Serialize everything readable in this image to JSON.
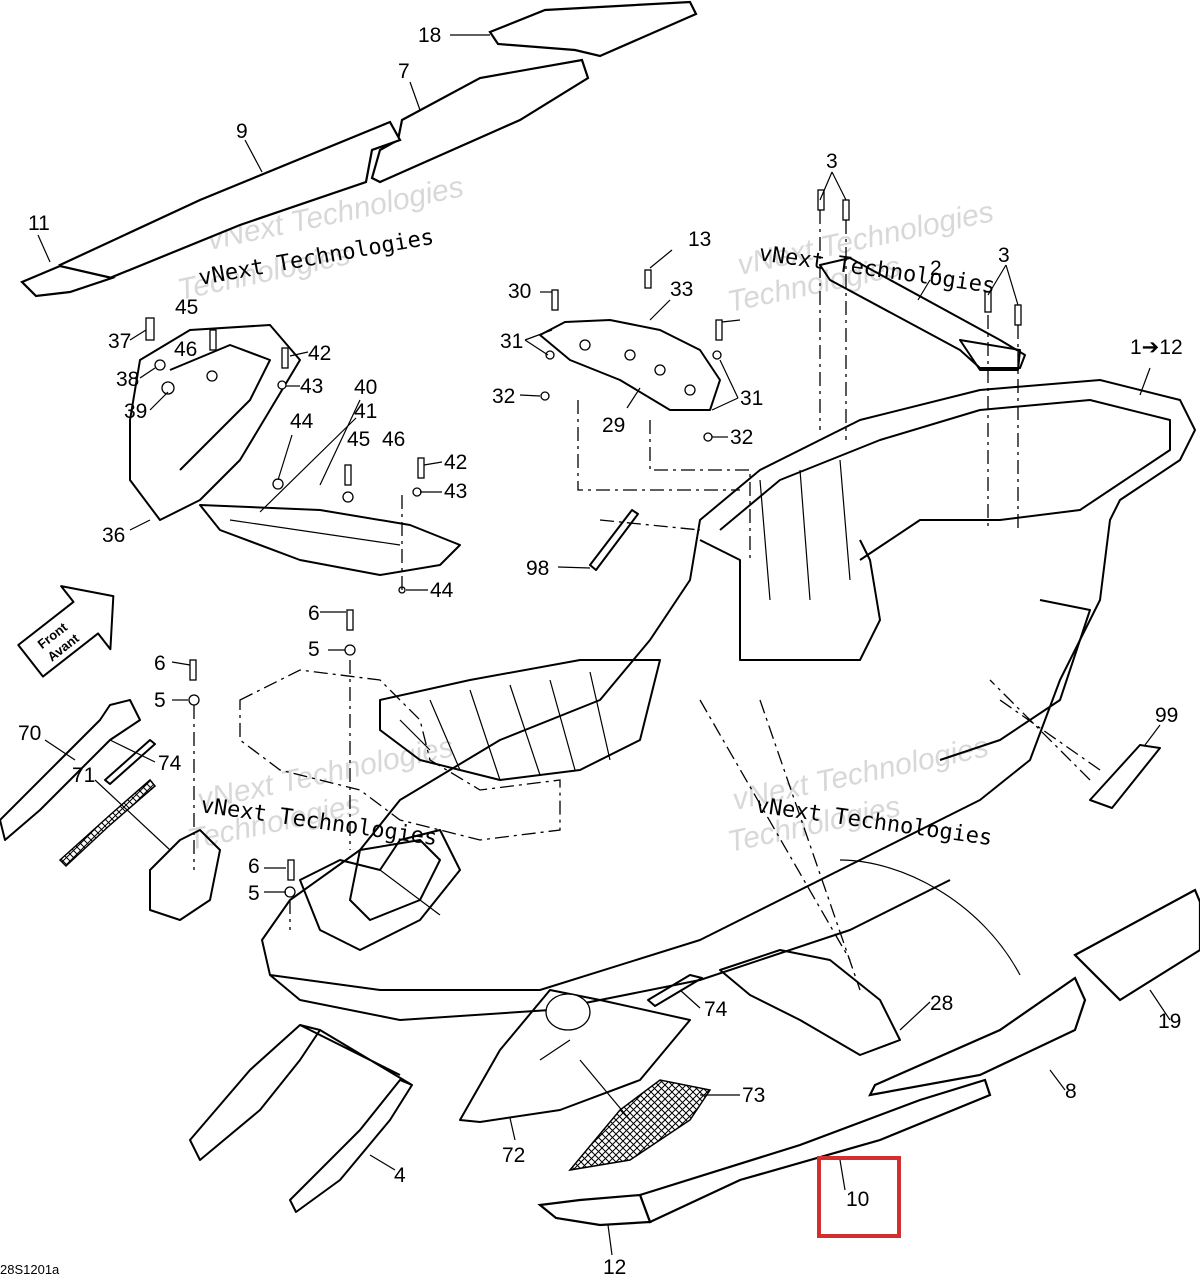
{
  "callouts": [
    "18",
    "7",
    "9",
    "11",
    "3",
    "13",
    "30",
    "33",
    "2",
    "3",
    "1➔12",
    "45",
    "37",
    "46",
    "42",
    "38",
    "43",
    "39",
    "31",
    "32",
    "29",
    "31",
    "32",
    "44",
    "40",
    "41",
    "45",
    "46",
    "42",
    "43",
    "36",
    "44",
    "98",
    "99",
    "6",
    "5",
    "6",
    "5",
    "70",
    "74",
    "71",
    "6",
    "5",
    "74",
    "28",
    "19",
    "8",
    "73",
    "72",
    "4",
    "10",
    "12"
  ],
  "watermark": {
    "line1": "vNext Technologies",
    "line2": "Technologies"
  },
  "arrow_label": {
    "line1": "Front",
    "line2": "Avant"
  },
  "drawing_ref": "28S1201a",
  "highlight_callout": "10",
  "colors": {
    "highlight": "#d32f2f",
    "line": "#000000"
  }
}
